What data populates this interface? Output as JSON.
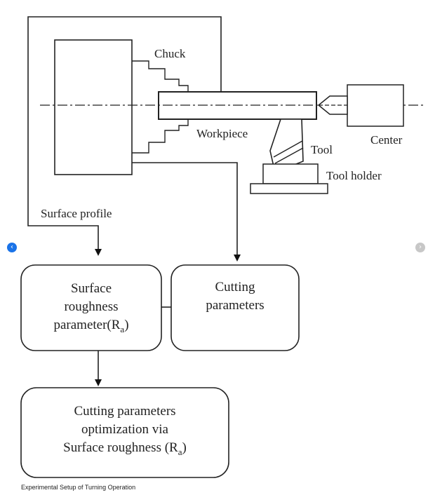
{
  "labels": {
    "chuck": "Chuck",
    "workpiece": "Workpiece",
    "tool": "Tool",
    "center": "Center",
    "tool_holder": "Tool holder",
    "surface_profile": "Surface profile"
  },
  "boxes": {
    "surface_roughness": {
      "line1": "Surface",
      "line2": "roughness",
      "line3_main": "parameter(R",
      "line3_sub": "a",
      "line3_end": ")"
    },
    "cutting_parameters": {
      "line1": "Cutting",
      "line2": "parameters"
    },
    "optimization": {
      "line1": "Cutting parameters",
      "line2": "optimization via",
      "line3_main": "Surface roughness (R",
      "line3_sub": "a",
      "line3_end": ")"
    }
  },
  "caption": "Experimental Setup of Turning Operation",
  "nav": {
    "prev_icon": "chevron-left-icon",
    "next_icon": "chevron-right-icon",
    "prev_glyph": "‹",
    "next_glyph": "›",
    "prev_color": "#1a73e8",
    "next_color": "#c7c7c7"
  }
}
